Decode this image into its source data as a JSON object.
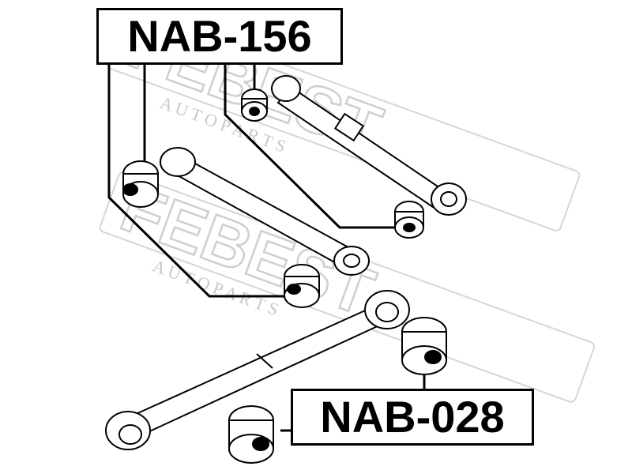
{
  "labels": {
    "top_part_number": "NAB-156",
    "bottom_part_number": "NAB-028"
  },
  "watermark": {
    "brand": "FEBEST",
    "tagline": "A U T O   P A R T S"
  },
  "colors": {
    "ink": "#000000",
    "watermark": "#cfcfcf",
    "background": "#ffffff"
  }
}
